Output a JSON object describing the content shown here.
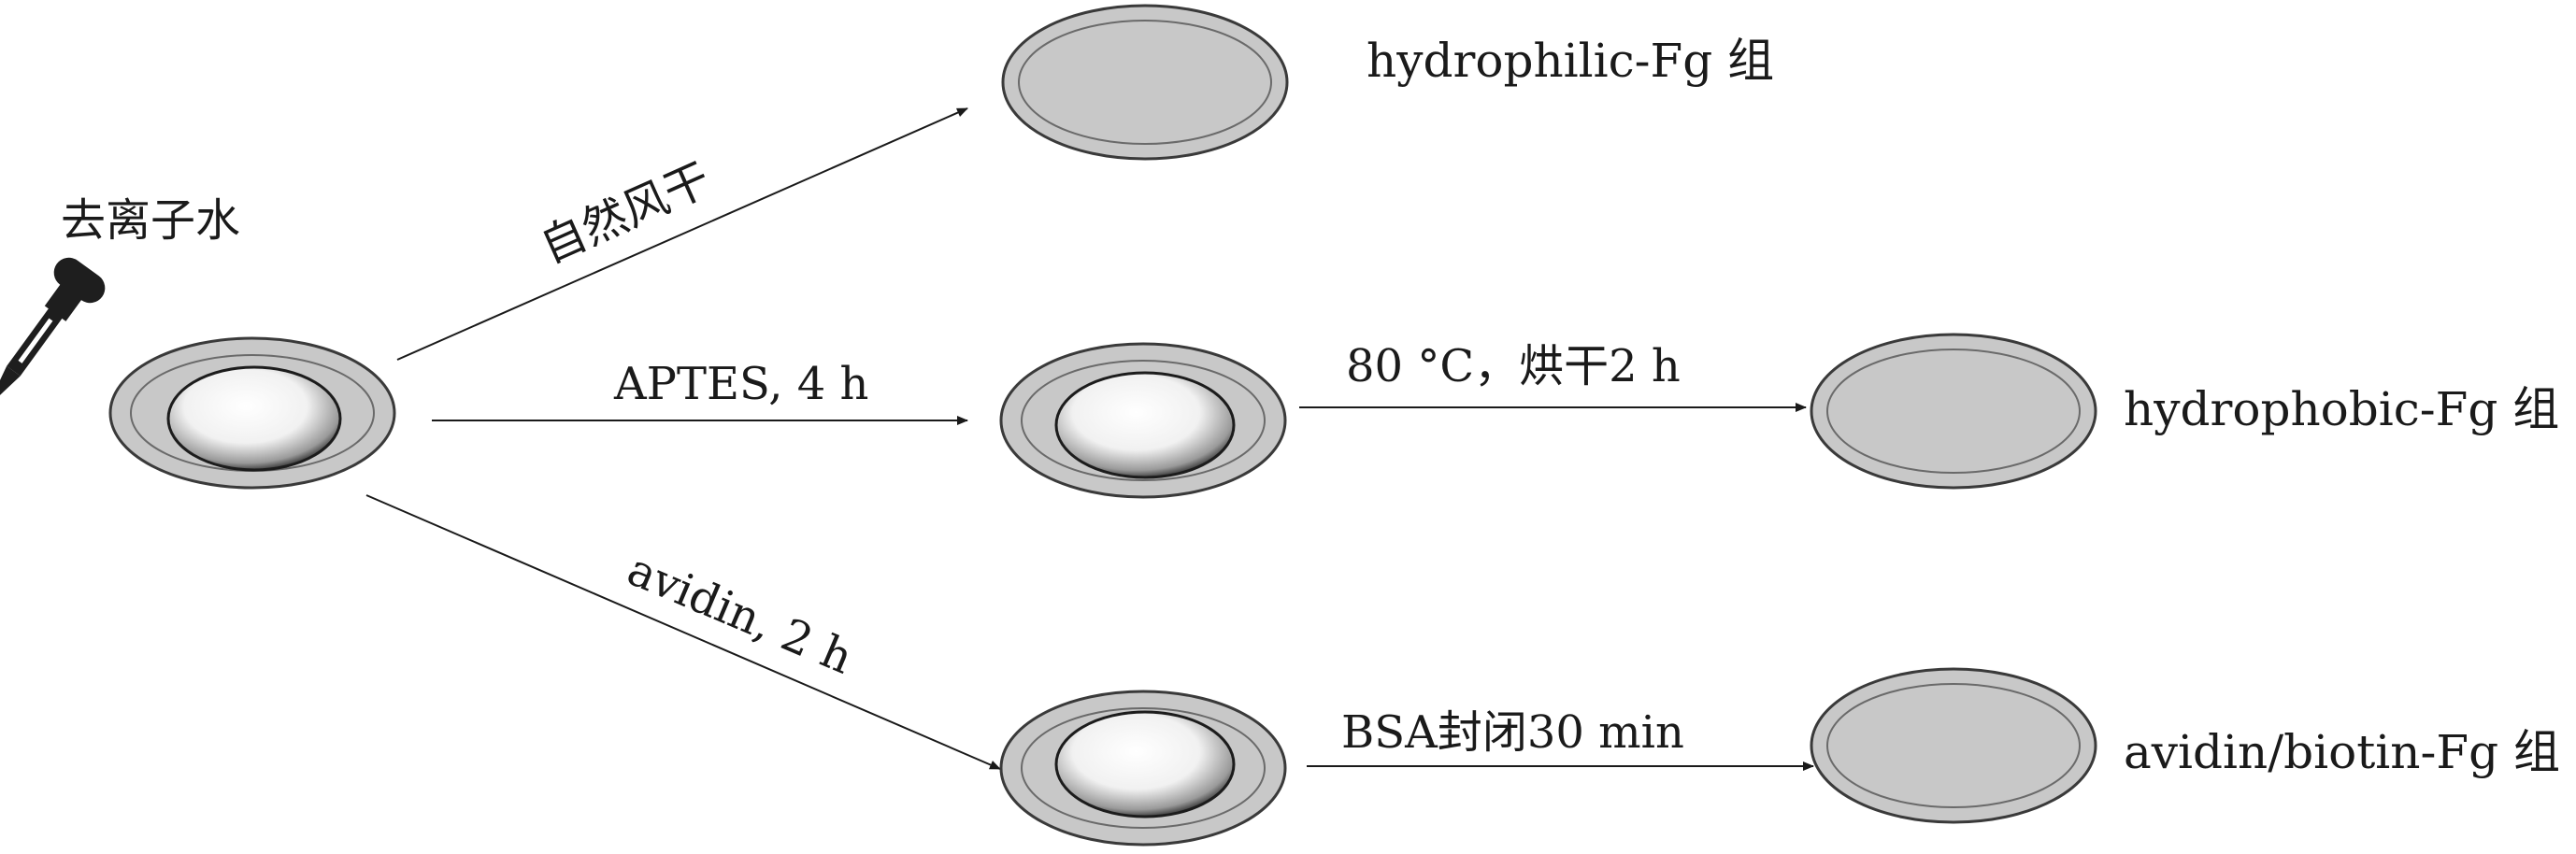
{
  "start": {
    "label": "去离子水"
  },
  "paths": {
    "top": {
      "step1": "自然风干",
      "result": "hydrophilic-Fg 组"
    },
    "middle": {
      "step1": "APTES, 4 h",
      "step2": "80 °C，烘干2 h",
      "result": "hydrophobic-Fg 组"
    },
    "bottom": {
      "step1": "avidin, 2 h",
      "step2": "BSA封闭30 min",
      "result": "avidin/biotin-Fg 组"
    }
  },
  "colors": {
    "dish_fill": "#c8c8c8",
    "dish_stroke": "#3a3a3a",
    "arrow": "#1a1a1a",
    "dropper": "#1e1e1e",
    "text": "#1a1a1a"
  }
}
